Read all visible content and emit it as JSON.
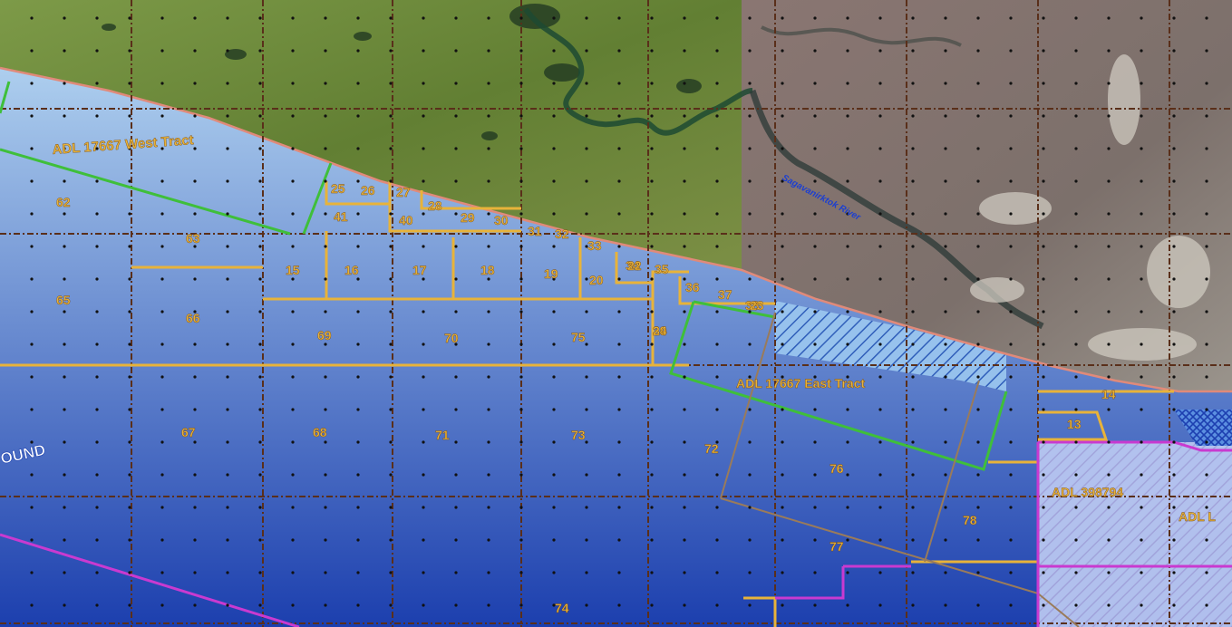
{
  "map": {
    "colors": {
      "water_top": "#bfe0f6",
      "water_bottom": "#1c3fae",
      "tundra": "#6e8a3c",
      "gravel": "#8a7d79",
      "lease_orange": "#e8b33a",
      "lease_green": "#3fbf3a",
      "lease_magenta": "#c93ad0",
      "township_line": "#5a2f1a",
      "coast_line": "#e08a7a"
    },
    "tract_labels": {
      "west": "ADL 17667 West Tract",
      "east": "ADL 17667 East Tract",
      "adl_398794": "ADL 398794",
      "adl_partial": "ADL L"
    },
    "river_label": "Sagavanirktok River",
    "water_label": "OUND",
    "lease_numbers": [
      "62",
      "63",
      "65",
      "66",
      "67",
      "68",
      "69",
      "70",
      "71",
      "72",
      "73",
      "74",
      "75",
      "76",
      "77",
      "78",
      "25",
      "26",
      "27",
      "28",
      "29",
      "30",
      "31",
      "32",
      "33",
      "34",
      "35",
      "36",
      "37",
      "38",
      "39",
      "40",
      "41",
      "15",
      "16",
      "17",
      "18",
      "19",
      "20",
      "22",
      "23",
      "24",
      "13",
      "14"
    ]
  }
}
